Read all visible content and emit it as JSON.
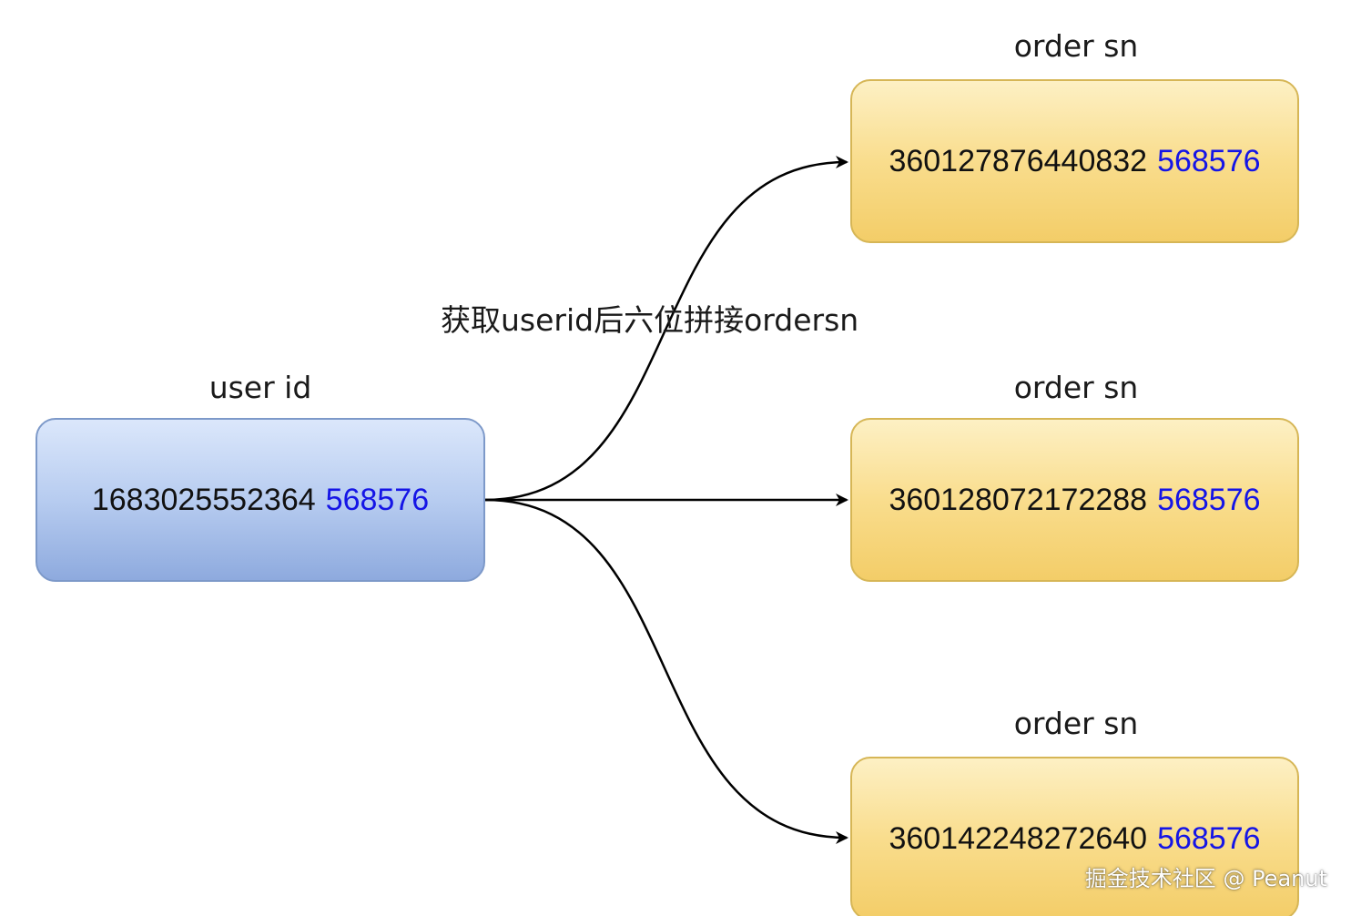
{
  "source": {
    "title": "user id",
    "id_prefix": "1683025552364",
    "id_suffix": "568576"
  },
  "edge_label": "获取userid后六位拼接ordersn",
  "targets": [
    {
      "title": "order sn",
      "id_prefix": "360127876440832",
      "id_suffix": "568576"
    },
    {
      "title": "order sn",
      "id_prefix": "360128072172288",
      "id_suffix": "568576"
    },
    {
      "title": "order sn",
      "id_prefix": "360142248272640",
      "id_suffix": "568576"
    }
  ],
  "watermark": "掘金技术社区 @ Peanut",
  "colors": {
    "suffix_text": "#1515e6",
    "source_fill": "#b7ccf0",
    "source_border": "#7d99c9",
    "target_fill": "#f9dd8d",
    "target_border": "#d6b656",
    "edge": "#000000"
  }
}
